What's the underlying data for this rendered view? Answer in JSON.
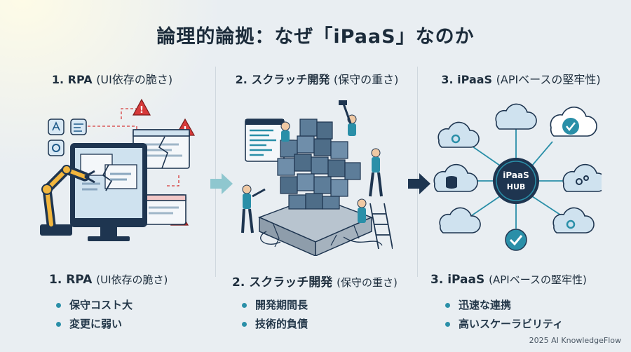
{
  "title": "論理的論拠：なぜ「iPaaS」なのか",
  "columns": [
    {
      "head_main": "1. RPA ",
      "head_sub": "(UI依存の脆さ)",
      "bottom_main": "1. RPA ",
      "bottom_sub": "(UI依存の脆さ)",
      "bullets": [
        "保守コスト大",
        "変更に弱い"
      ]
    },
    {
      "head_main": "2. スクラッチ開発 ",
      "head_sub": "(保守の重さ)",
      "bottom_main": "2. スクラッチ開発 ",
      "bottom_sub": "(保守の重さ)",
      "bullets": [
        "開発期間長",
        "技術的負債"
      ]
    },
    {
      "head_main": "3. iPaaS ",
      "head_sub": "(APIベースの堅牢性)",
      "bottom_main": "3. iPaaS ",
      "bottom_sub": "(APIベースの堅牢性)",
      "bullets": [
        "迅速な連携",
        "高いスケーラビリティ"
      ]
    }
  ],
  "hub": {
    "line1": "iPaaS",
    "line2": "HUB"
  },
  "footer": "2025 AI KnowledgeFlow",
  "colors": {
    "navy": "#1e3550",
    "teal": "#2a8fa8",
    "red": "#d63a3a",
    "panel_blue": "#cfe2ef",
    "block": "#5d7d99"
  }
}
